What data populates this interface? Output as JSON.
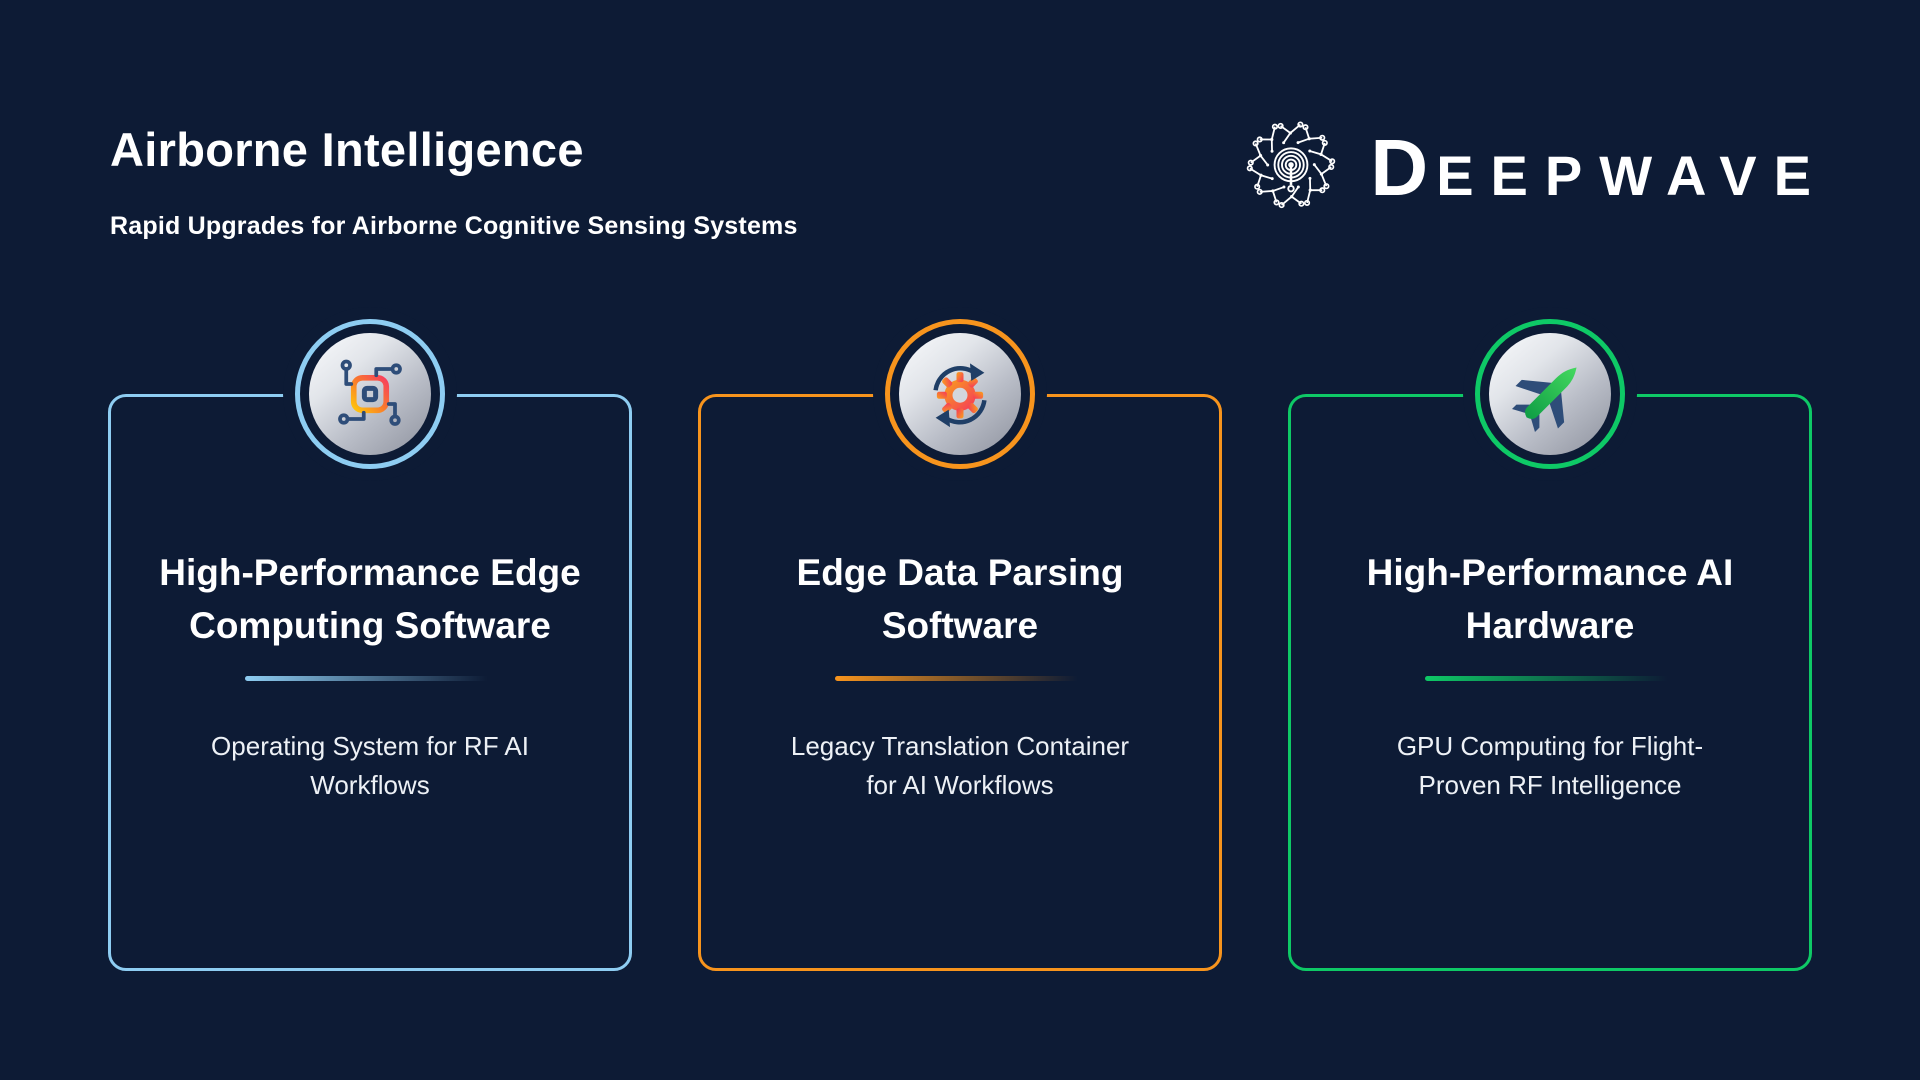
{
  "palette": {
    "background": "#0d1b35",
    "text_primary": "#ffffff",
    "text_secondary": "#edf1f6",
    "badge_silver": "#c9cdd6",
    "icon_detail_navy": "#2e4d79",
    "card_accents": [
      "#8ecdf2",
      "#f7941d",
      "#0ec966"
    ]
  },
  "header": {
    "title": "Airborne Intelligence",
    "subtitle": "Rapid Upgrades for Airborne Cognitive Sensing Systems"
  },
  "logo": {
    "wordmark_initial": "D",
    "wordmark_rest": "EEPWAVE",
    "icon": "neural-spiral-antenna-icon"
  },
  "cards": [
    {
      "id": "edge-computing-software",
      "accent": "#8ecdf2",
      "icon": "circuit-chip-icon",
      "title": "High-Performance Edge Computing Software",
      "description": "Operating System for RF AI Workflows"
    },
    {
      "id": "edge-data-parsing-software",
      "accent": "#f7941d",
      "icon": "gear-sync-icon",
      "title": "Edge Data Parsing Software",
      "description": "Legacy Translation Container for AI Workflows"
    },
    {
      "id": "high-performance-ai-hardware",
      "accent": "#0ec966",
      "icon": "aircraft-icon",
      "title": "High-Performance AI Hardware",
      "description": "GPU Computing for Flight-Proven RF Intelligence"
    }
  ]
}
